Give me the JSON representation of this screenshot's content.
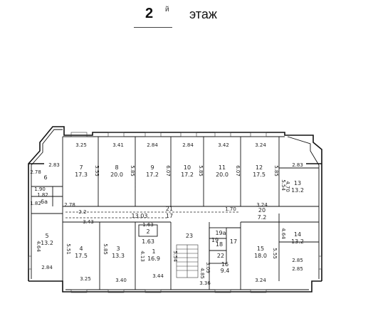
{
  "title": {
    "floor_number": "2",
    "floor_suffix": "й",
    "floor_word": "этаж"
  },
  "rooms": [
    {
      "id": "r6",
      "num": "6",
      "area": ""
    },
    {
      "id": "r6a",
      "num": "6а",
      "area": ""
    },
    {
      "id": "r7",
      "num": "7",
      "area": "17.3"
    },
    {
      "id": "r8",
      "num": "8",
      "area": "20.0"
    },
    {
      "id": "r9",
      "num": "9",
      "area": "17.2"
    },
    {
      "id": "r10",
      "num": "10",
      "area": "17.2"
    },
    {
      "id": "r11",
      "num": "11",
      "area": "20.0"
    },
    {
      "id": "r12",
      "num": "12",
      "area": "17.5"
    },
    {
      "id": "r13",
      "num": "13",
      "area": "13.2"
    },
    {
      "id": "r5",
      "num": "5",
      "area": "13.2"
    },
    {
      "id": "r4",
      "num": "4",
      "area": "17.5"
    },
    {
      "id": "r3",
      "num": "3",
      "area": "13.3"
    },
    {
      "id": "r2",
      "num": "2",
      "area": "1.63"
    },
    {
      "id": "r1",
      "num": "1",
      "area": "16.9"
    },
    {
      "id": "r23",
      "num": "23",
      "area": ""
    },
    {
      "id": "r19a",
      "num": "19а",
      "area": ""
    },
    {
      "id": "r16",
      "num": "16",
      "area": "9.4"
    },
    {
      "id": "r17",
      "num": "17",
      "area": ""
    },
    {
      "id": "r18",
      "num": "18",
      "area": ""
    },
    {
      "id": "r15",
      "num": "15",
      "area": "18.0"
    },
    {
      "id": "r14",
      "num": "14",
      "area": "13.2"
    },
    {
      "id": "r21",
      "num": "21",
      "area": "17"
    },
    {
      "id": "r20",
      "num": "20",
      "area": "7.2"
    },
    {
      "id": "r22",
      "num": "22",
      "area": ""
    },
    {
      "id": "r19",
      "num": "19",
      "area": ""
    }
  ],
  "corridor_label": "13.03",
  "dimensions": [
    "3.25",
    "3.41",
    "2.84",
    "2.84",
    "3.42",
    "3.24",
    "2.83",
    "2.83",
    "2.78",
    "1.90",
    "1.82",
    "1.82",
    "2.78",
    "2.2",
    "3.43",
    "3.24",
    "2.84",
    "2.85",
    "3.25",
    "3.40",
    "3.44",
    "3.36",
    "3.24",
    "2.85",
    "1.70",
    "1.63",
    "5.55",
    "5.85",
    "6.07",
    "5.85",
    "6.07",
    "5.85",
    "5.54",
    "4.70",
    "5.51",
    "5.85",
    "5.54",
    "4.13",
    "4.85",
    "5.55",
    "4.64",
    "3.09",
    "4.64"
  ]
}
